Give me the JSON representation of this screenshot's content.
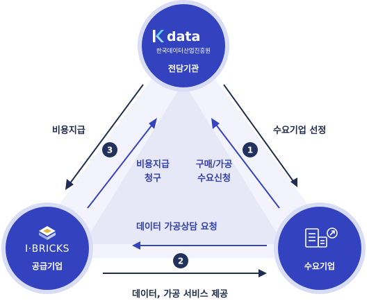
{
  "colors": {
    "node_fill": "#3343bf",
    "ring": "#d9dcf5",
    "triangle_fill": "#ebedfa",
    "dark_arrow": "#1f2d52",
    "blue_arrow": "#3444c0",
    "badge": "#22305e"
  },
  "nodes": {
    "top": {
      "logo_text": "data",
      "logo_subtitle": "한국데이터산업진흥원",
      "role": "전담기관",
      "icon": "kdata-logo-icon"
    },
    "left": {
      "logo_text": "I·BRICKS",
      "role": "공급기업",
      "icon": "ibricks-logo-icon"
    },
    "right": {
      "role": "수요기업",
      "icon": "document-exchange-icon"
    }
  },
  "flows": {
    "payment": "비용지급",
    "select_demand": "수요기업 선정",
    "billing_line1": "비용지급",
    "billing_line2": "청구",
    "purchase_line1": "구매/가공",
    "purchase_line2": "수요신청",
    "consult_request": "데이터 가공상담 요청",
    "provide_service": "데이터, 가공 서비스 제공"
  },
  "steps": {
    "one": "1",
    "two": "2",
    "three": "3"
  }
}
